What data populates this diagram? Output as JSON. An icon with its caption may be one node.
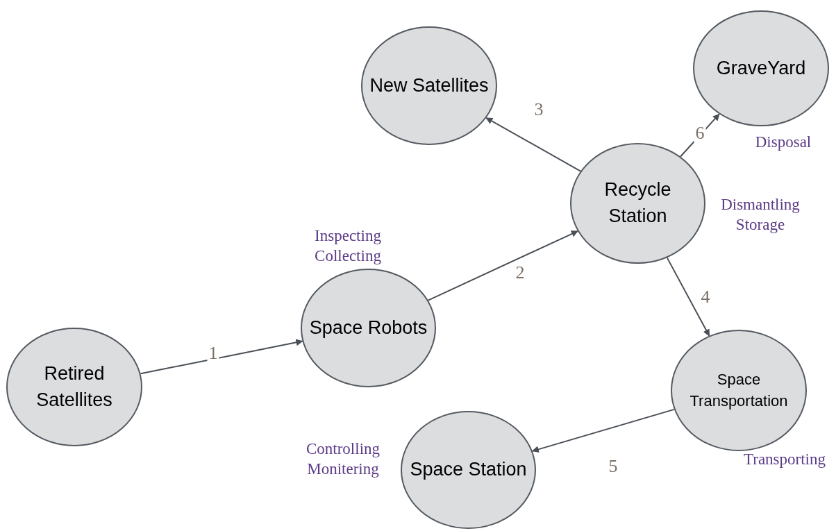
{
  "diagram": {
    "nodes": [
      {
        "text": [
          "Retired Satellites"
        ]
      },
      {
        "text": [
          "Space Robots"
        ],
        "beside": [
          "Inspecting Collecting"
        ]
      },
      {
        "text": [
          "Recycle Station"
        ],
        "beside": [
          "Dismantling Storage"
        ]
      },
      {
        "text": [
          "New Satellites"
        ]
      },
      {
        "text": [
          "GraveYard"
        ],
        "beside": [
          "Disposal"
        ]
      },
      {
        "text": [
          "Space Transportation"
        ],
        "beside": [
          "Transporting"
        ]
      },
      {
        "text": [
          "Space Station"
        ],
        "beside": [
          "Controlling Monitering"
        ]
      }
    ],
    "edges": [
      {
        "from": 0,
        "to": 1,
        "arrow": "to",
        "label": "1"
      },
      {
        "from": 1,
        "to": 2,
        "arrow": "to",
        "label": "2"
      },
      {
        "from": 2,
        "to": 3,
        "arrow": "to",
        "label": "3"
      },
      {
        "from": 2,
        "to": 5,
        "arrow": "to",
        "label": "4"
      },
      {
        "from": 5,
        "to": 6,
        "arrow": "to",
        "label": "5"
      },
      {
        "from": 2,
        "to": 4,
        "arrow": "to",
        "label": "6"
      }
    ]
  }
}
